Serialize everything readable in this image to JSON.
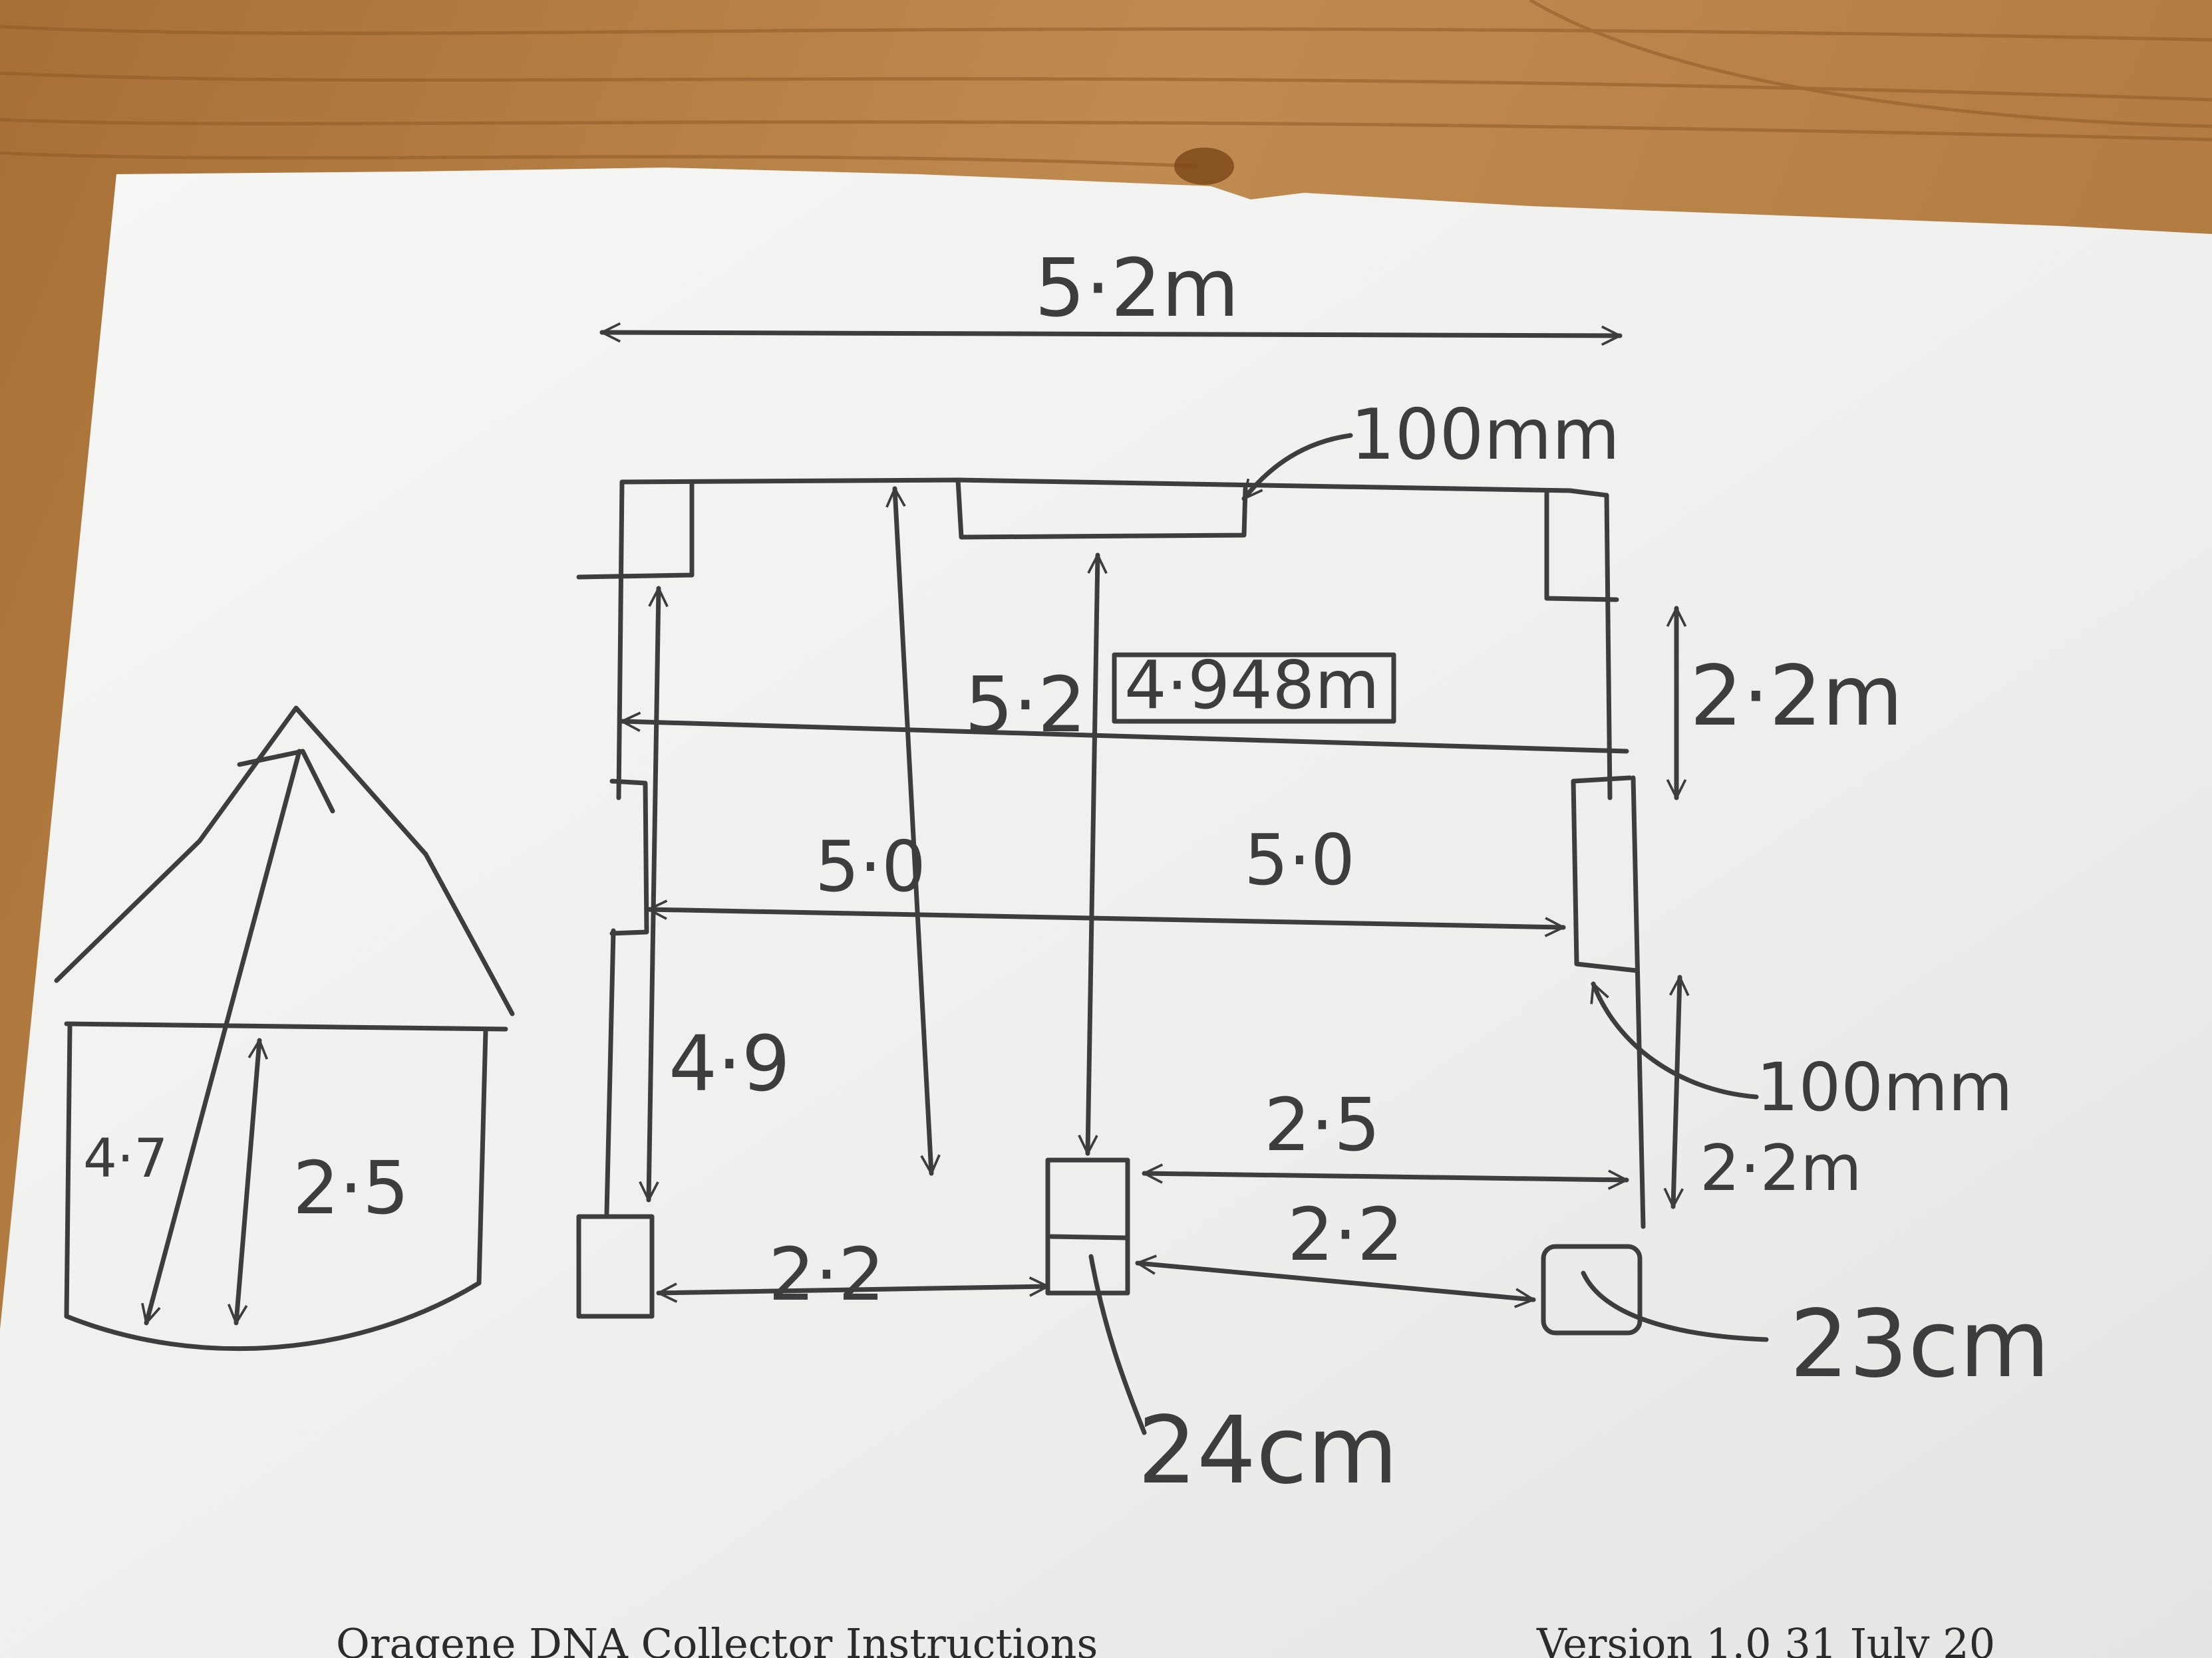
{
  "sketch": {
    "top_width": "5·2m",
    "wall_thickness": "100mm",
    "center_arrow": "5·2",
    "boxed_measure": "4·948m",
    "right_gap": "2·2m",
    "left_span": "5·0",
    "right_span": "5·0",
    "left_height": "4·9",
    "lower_right_label": "100mm",
    "lower_right_gap": "2·2m",
    "mid_gap": "2·5",
    "mid_gap_lower": "2·2",
    "left_gap_lower": "2·2",
    "post_a_size": "24cm",
    "post_b_size": "23cm",
    "side_total": "4·7",
    "side_wall": "2·5"
  },
  "footer": {
    "left": "Oragene DNA Collector Instructions",
    "right": "Version 1.0 31 July 20"
  },
  "colors": {
    "wood": "#b8834a",
    "paper": "#f3f3f1",
    "pencil": "#3d3d3d"
  }
}
